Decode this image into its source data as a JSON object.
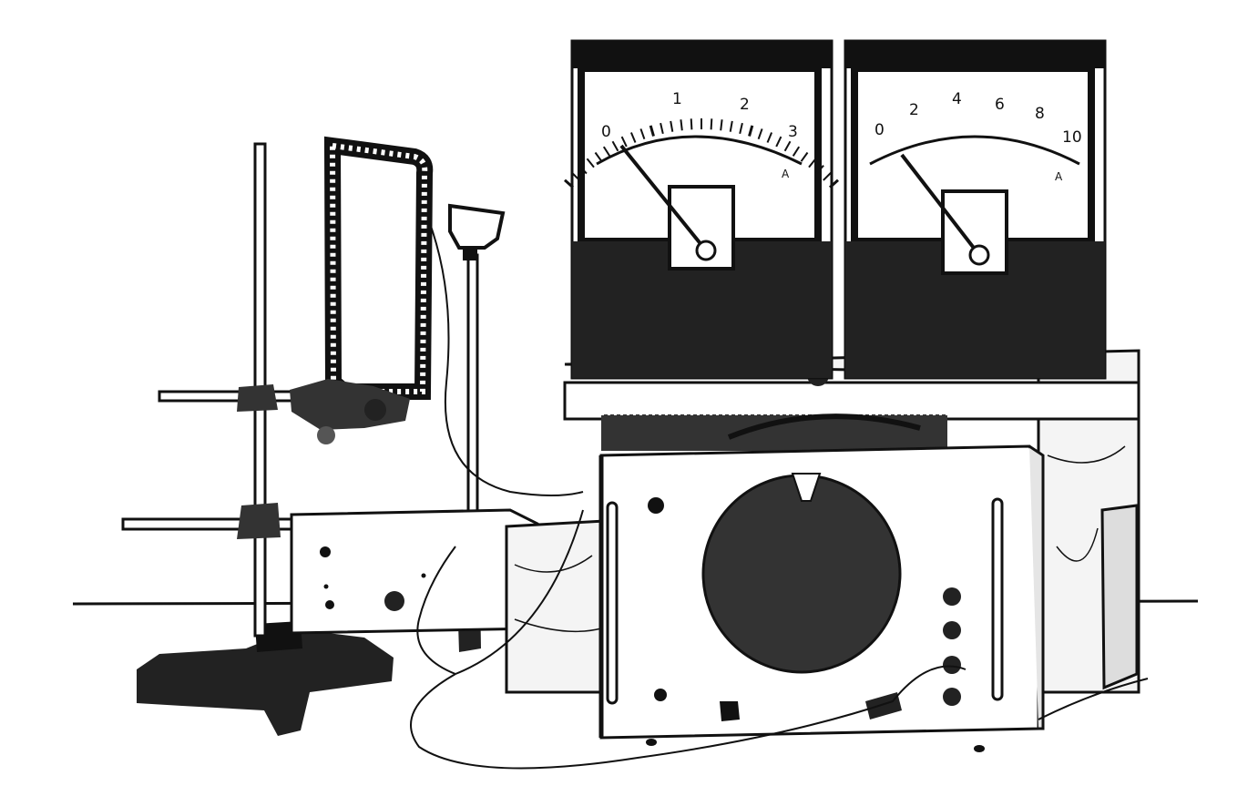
{
  "colors": {
    "ink": "#111111",
    "paper": "#ffffff",
    "wood": "#f4f4f4"
  },
  "meters": [
    {
      "unit": "A",
      "ticks": [
        "0",
        "1",
        "2",
        "3"
      ],
      "reading": 0.0
    },
    {
      "unit": "A",
      "ticks": [
        "0",
        "2",
        "4",
        "6",
        "8",
        "10"
      ],
      "reading": 0.0
    }
  ],
  "icons": {
    "loop": "wire-loop-icon",
    "stand": "retort-stand-icon",
    "generator": "generator-box-icon",
    "speaker": "speaker-grille-icon"
  }
}
